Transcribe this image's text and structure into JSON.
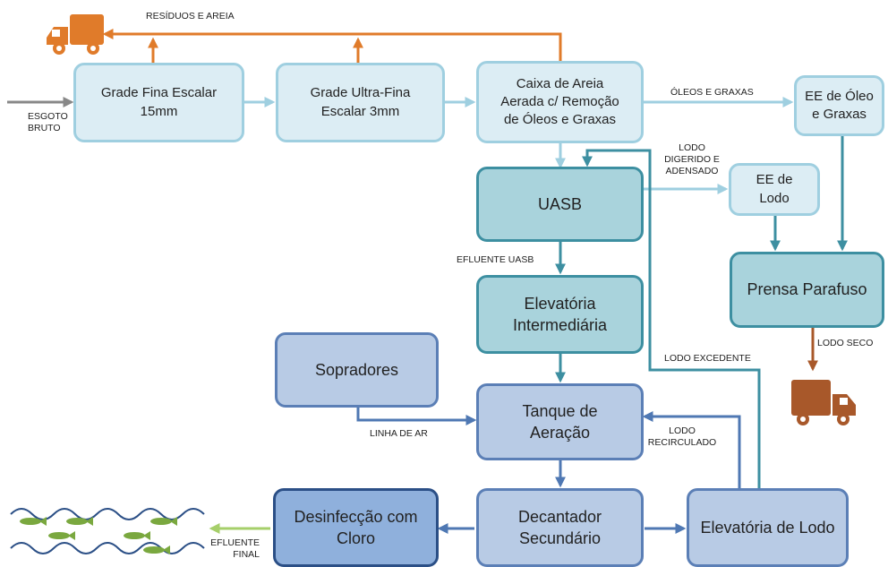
{
  "nodes": {
    "grade_fina": "Grade Fina Escalar\n15mm",
    "grade_ultra": "Grade Ultra-Fina\nEscalar 3mm",
    "caixa_areia": "Caixa de Areia\nAerada c/ Remoção\nde Óleos e Graxas",
    "ee_oleo": "EE de Óleo\ne Graxas",
    "uasb": "UASB",
    "ee_lodo": "EE de\nLodo",
    "prensa": "Prensa Parafuso",
    "elevatoria_intermediaria": "Elevatória\nIntermediária",
    "sopradores": "Sopradores",
    "tanque": "Tanque de\nAeração",
    "desinfeccao": "Desinfecção com\nCloro",
    "decantador": "Decantador\nSecundário",
    "elevatoria_lodo": "Elevatória de Lodo"
  },
  "labels": {
    "residuos": "RESÍDUOS E AREIA",
    "esgoto_bruto": "ESGOTO\nBRUTO",
    "oleos_graxas": "ÓLEOS E GRAXAS",
    "lodo_digerido": "LODO\nDIGERIDO E\nADENSADO",
    "efluente_uasb": "EFLUENTE UASB",
    "lodo_seco": "LODO SECO",
    "lodo_excedente": "LODO EXCEDENTE",
    "linha_ar": "LINHA DE AR",
    "lodo_recirculado": "LODO\nRECIRCULADO",
    "efluente_final": "EFLUENTE\nFINAL"
  },
  "icons": [
    "truck-icon",
    "truck-icon",
    "fish-icon",
    "wave-icon"
  ],
  "colors": {
    "orange": "#e07b2a",
    "brown": "#a8582a",
    "grey": "#888888",
    "light_blue": "#9fcfe0",
    "teal": "#3d8fa1",
    "blue": "#4f78b3",
    "green": "#a6cf6a",
    "fish": "#7aa83f"
  }
}
